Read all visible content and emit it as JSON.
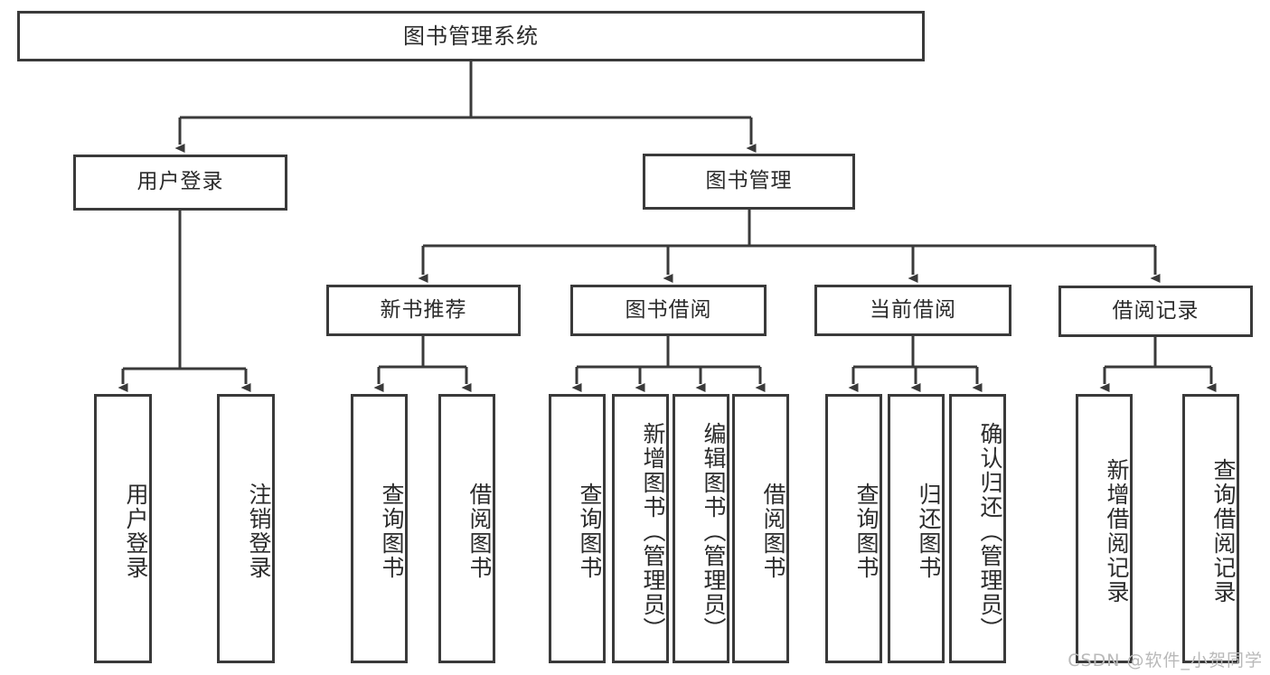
{
  "diagram": {
    "title": "图书管理系统",
    "type": "tree-hierarchy-chart",
    "root": {
      "label": "图书管理系统"
    },
    "level2": [
      {
        "label": "用户登录"
      },
      {
        "label": "图书管理"
      }
    ],
    "level3": [
      {
        "label": "新书推荐"
      },
      {
        "label": "图书借阅"
      },
      {
        "label": "当前借阅"
      },
      {
        "label": "借阅记录"
      }
    ],
    "leaves": {
      "user_login": [
        {
          "label": "用户登录"
        },
        {
          "label": "注销登录"
        }
      ],
      "new_book_recommend": [
        {
          "label": "查询图书"
        },
        {
          "label": "借阅图书"
        }
      ],
      "book_borrow": [
        {
          "label": "查询图书"
        },
        {
          "label": "新增图书（管理员）"
        },
        {
          "label": "编辑图书（管理员）"
        },
        {
          "label": "借阅图书"
        }
      ],
      "current_borrow": [
        {
          "label": "查询图书"
        },
        {
          "label": "归还图书"
        },
        {
          "label": "确认归还（管理员）"
        }
      ],
      "borrow_record": [
        {
          "label": "新增借阅记录"
        },
        {
          "label": "查询借阅记录"
        }
      ]
    }
  },
  "watermark": {
    "text": "CSDN @软件_小贺同学"
  },
  "colors": {
    "box_border": "#3a3a3a",
    "box_fill": "#ffffff",
    "text": "#2b2b2b",
    "connector": "#3a3a3a",
    "watermark": "#b9b9b9",
    "background": "#ffffff"
  }
}
